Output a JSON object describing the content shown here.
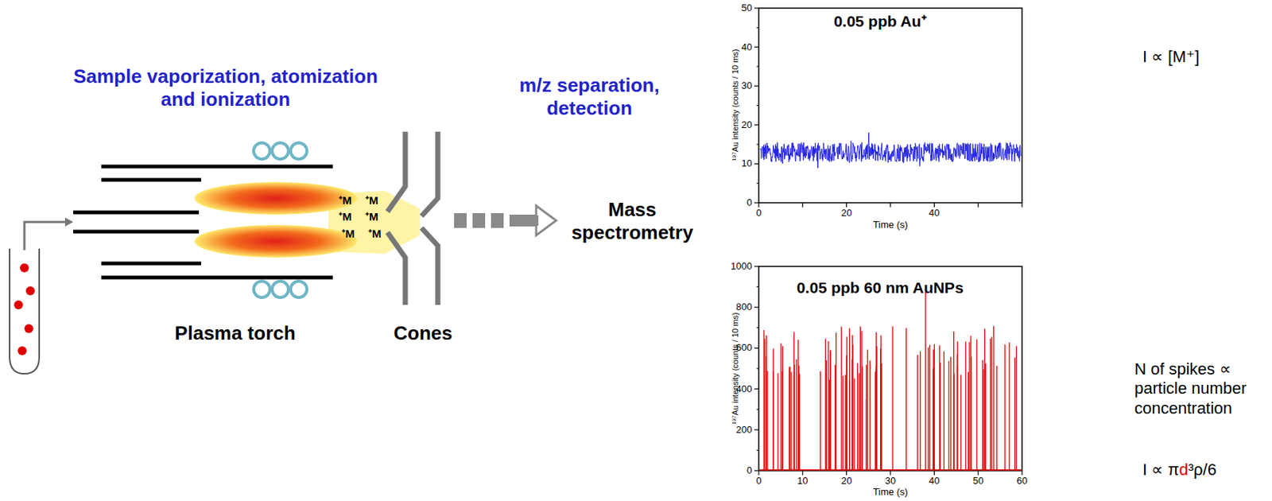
{
  "diagram": {
    "labels": [
      "Sample vaporization, atomization and ionization",
      "Plasma torch",
      "Cones",
      "⁺M",
      "⁺M",
      "⁺M",
      "⁺M",
      "⁺M",
      "⁺M",
      "m/z separation, detection",
      "Mass spectrometry",
      "0.05 ppb Au⁺",
      "¹⁹⁷Au intensity (counts / 10 ms)",
      "0",
      "10",
      "20",
      "30",
      "40",
      "50",
      "0",
      "20",
      "40",
      "Time (s)",
      "I ∝ [M⁺]",
      "0.05 ppb 60 nm AuNPs",
      "¹⁹⁷Au intensity (counts / 10 ms)",
      "0",
      "200",
      "400",
      "600",
      "800",
      "1000",
      "0",
      "10",
      "20",
      "30",
      "40",
      "50",
      "60",
      "Time (s)",
      "N of spikes ∝ particle number concentration",
      "I ∝ π",
      "d",
      "³ρ/6"
    ]
  }
}
